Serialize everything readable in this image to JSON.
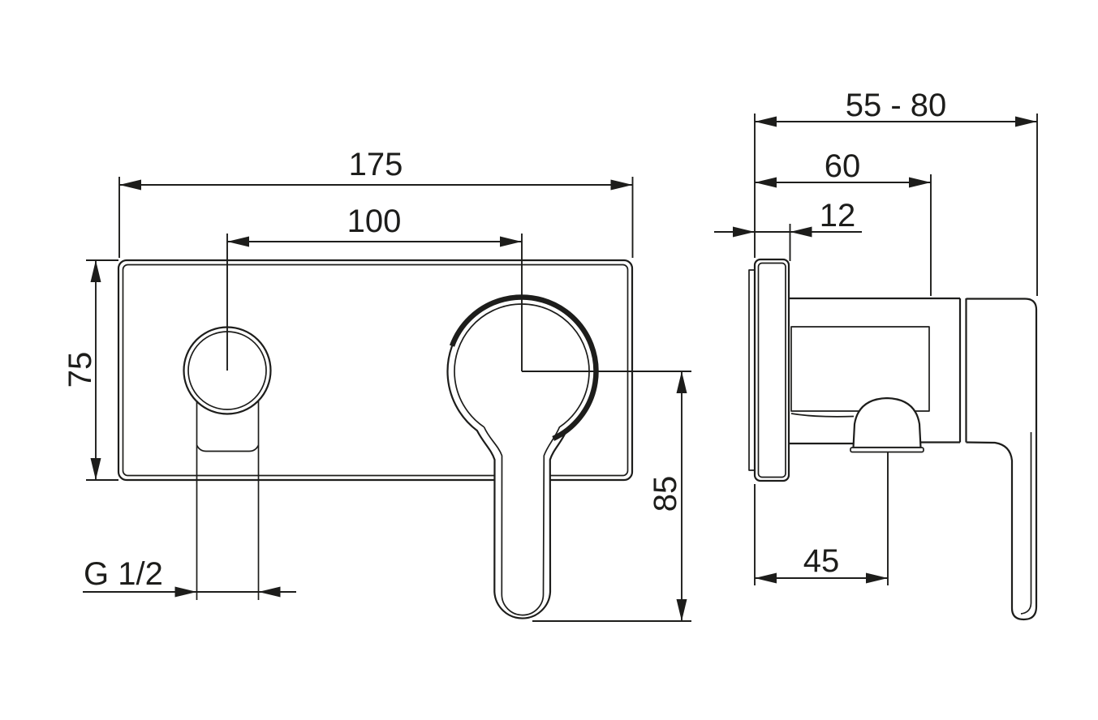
{
  "drawing": {
    "colors": {
      "ink": "#1d1d1b",
      "paper": "#ffffff"
    },
    "front_view": {
      "width_label": "175",
      "hole_spacing_label": "100",
      "height_label": "75",
      "handle_drop_label": "85",
      "thread_label": "G 1/2"
    },
    "side_view": {
      "depth_range_label": "55 - 80",
      "body_depth_label": "60",
      "plate_thickness_label": "12",
      "handle_depth_label": "45"
    }
  }
}
